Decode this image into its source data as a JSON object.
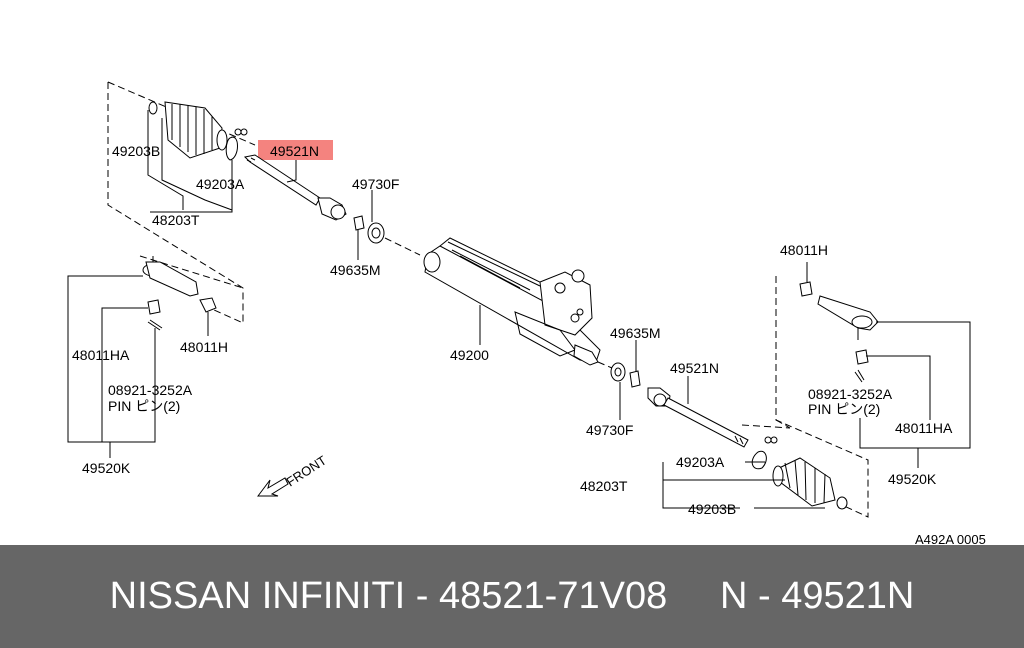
{
  "labels": {
    "l49203B_top": "49203B",
    "l49521N_top": "49521N",
    "l49203A_top": "49203A",
    "l49730F_top": "49730F",
    "l48203T_top": "48203T",
    "l49635M_top": "49635M",
    "l48011HA_left": "48011HA",
    "l48011H_left": "48011H",
    "l08921_left": "08921-3252A",
    "lpin_left": "PIN ピン(2)",
    "l49520K_left": "49520K",
    "l49200": "49200",
    "l49635M_mid": "49635M",
    "l49521N_mid": "49521N",
    "l49730F_mid": "49730F",
    "l48011H_right": "48011H",
    "l08921_right": "08921-3252A",
    "lpin_right": "PIN ピン(2)",
    "l48011HA_right": "48011HA",
    "l49520K_right": "49520K",
    "l49203A_bot": "49203A",
    "l48203T_bot": "48203T",
    "l49203B_bot": "49203B",
    "front": "FRONT",
    "ref_code": "A492A 0005"
  },
  "highlight_color": "#f4837f",
  "footer": {
    "text": "NISSAN INFINITI - 48521-71V08     N - 49521N"
  }
}
